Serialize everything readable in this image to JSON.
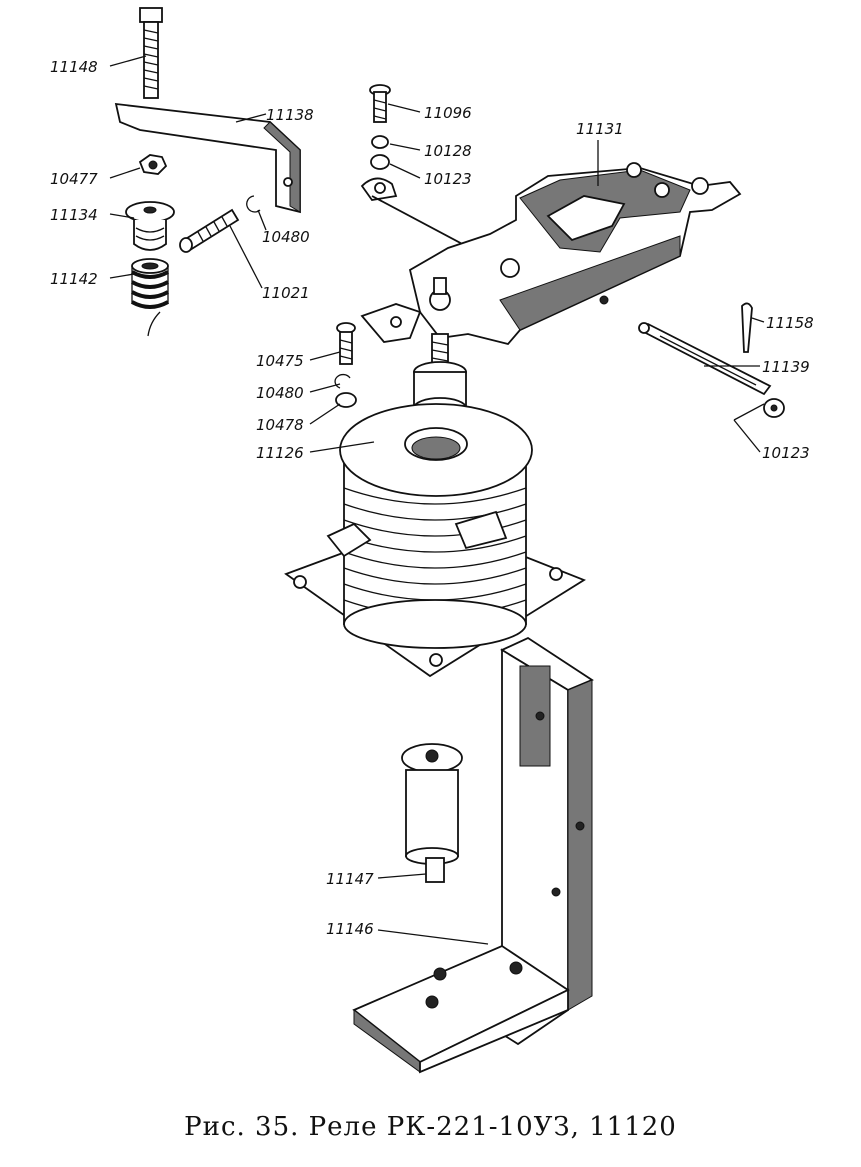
{
  "caption": "Рис. 35. Реле РК-221-10УЗ, 11120",
  "labels": {
    "l11148": "11148",
    "l11138": "11138",
    "l10477": "10477",
    "l11134": "11134",
    "l10480a": "10480",
    "l11021": "11021",
    "l11142": "11142",
    "l11096": "11096",
    "l10128": "10128",
    "l10123a": "10123",
    "l11131": "11131",
    "l11158": "11158",
    "l11139": "11139",
    "l10123b": "10123",
    "l10475": "10475",
    "l10480b": "10480",
    "l10478": "10478",
    "l11126": "11126",
    "l11147": "11147",
    "l11146": "11146"
  }
}
